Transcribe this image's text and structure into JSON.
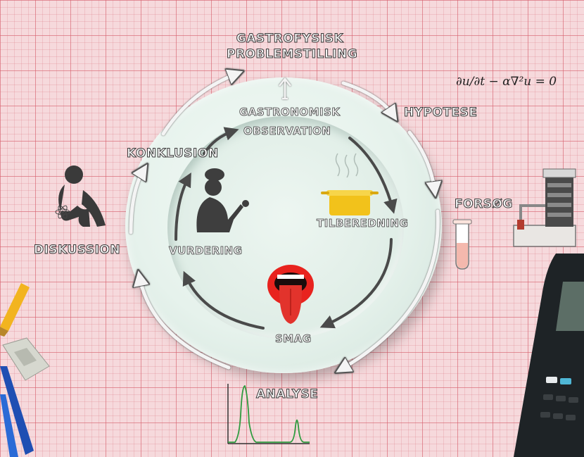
{
  "diagram": {
    "title_line1": "GASTROFYSISK",
    "title_line2": "PROBLEMSTILLING",
    "outer_cycle": {
      "hypothesis": "HYPOTESE",
      "experiment": "FORSØG",
      "analysis": "ANALYSE",
      "discussion": "DISKUSSION",
      "conclusion": "KONKLUSION"
    },
    "inner_cycle": {
      "observation_line1": "GASTRONOMISK",
      "observation_line2": "OBSERVATION",
      "preparation": "TILBEREDNING",
      "taste": "SMAG",
      "evaluation": "VURDERING"
    },
    "equation": "∂u/∂t − α∇²u = 0"
  },
  "colors": {
    "paper": "#f6d9dc",
    "grid": "#d6606e",
    "plate": "#e6f2ec",
    "arrow_outer": "#f4f4f4",
    "arrow_inner": "#4a4a4a",
    "pot": "#f2c21b",
    "mouth": "#e8231e",
    "analysis_peaks": "#2e9b3f",
    "calculator": "#1e2326"
  },
  "icons": [
    "thinker-icon",
    "atom-icon",
    "chef-icon",
    "pot-icon",
    "mouth-icon",
    "test-tube-icon",
    "lab-apparatus-icon",
    "chromatogram-icon",
    "calculator-icon",
    "pencil-icon",
    "eraser-icon",
    "pen-icon"
  ]
}
